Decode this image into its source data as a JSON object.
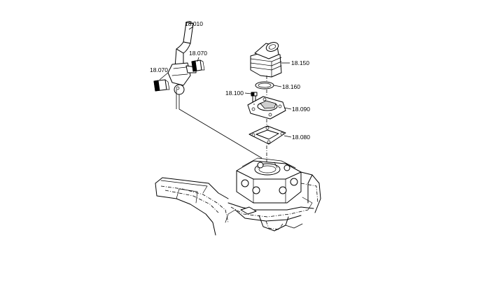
{
  "diagram": {
    "labels": [
      {
        "id": "18010",
        "text": "18.010"
      },
      {
        "id": "18070a",
        "text": "18.070"
      },
      {
        "id": "18070b",
        "text": "18.070"
      },
      {
        "id": "18150",
        "text": "18.150"
      },
      {
        "id": "18160",
        "text": "18.160"
      },
      {
        "id": "18100",
        "text": "18.100"
      },
      {
        "id": "18090",
        "text": "18.090"
      },
      {
        "id": "18080",
        "text": "18.080"
      }
    ],
    "colors": {
      "ink": "#000000",
      "paper": "#ffffff",
      "shade": "#cfcfcf"
    }
  }
}
